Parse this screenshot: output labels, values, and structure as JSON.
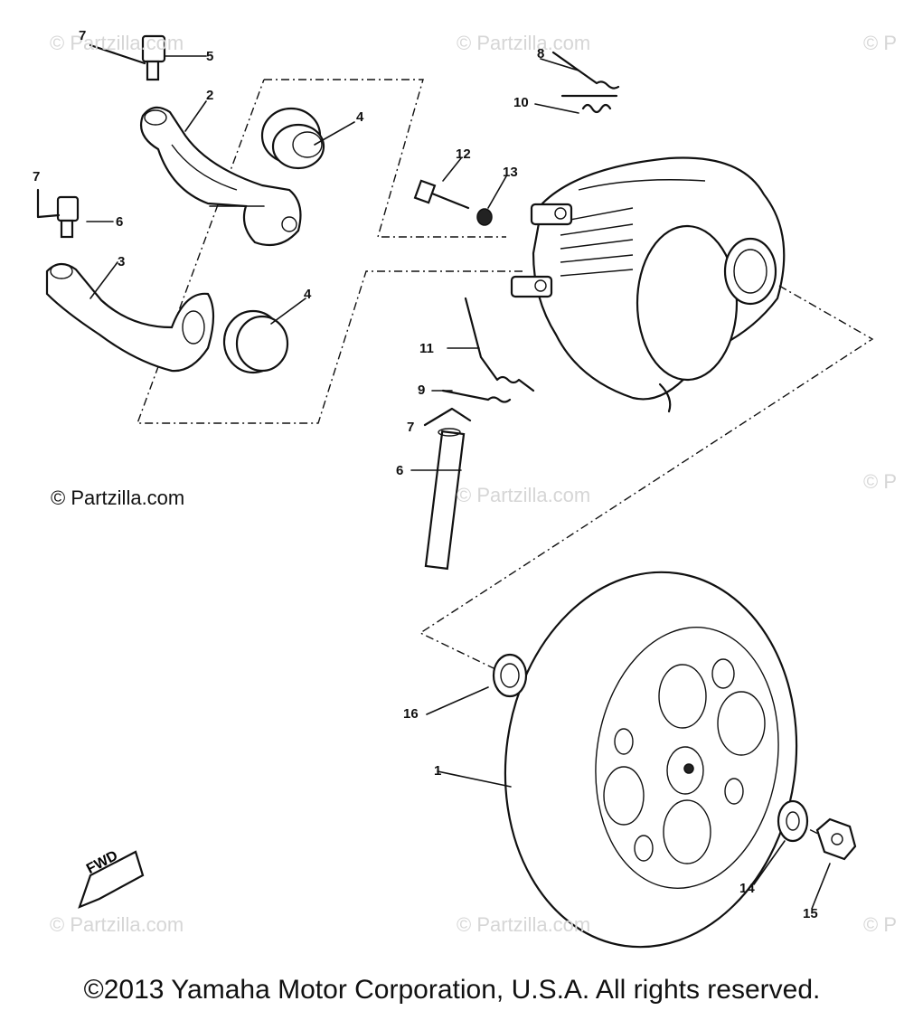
{
  "watermarks": {
    "text": "© Partzilla.com",
    "clipped_text": "© P"
  },
  "credit": "© Partzilla.com",
  "copyright": "©2013 Yamaha Motor Corporation, U.S.A. All rights reserved.",
  "fwd_label": "FWD",
  "callouts": {
    "c1": "1",
    "c2": "2",
    "c3": "3",
    "c4a": "4",
    "c4b": "4",
    "c5": "5",
    "c6a": "6",
    "c6b": "6",
    "c7a": "7",
    "c7b": "7",
    "c7c": "7",
    "c8": "8",
    "c9": "9",
    "c10": "10",
    "c11": "11",
    "c12": "12",
    "c13": "13",
    "c14": "14",
    "c15": "15",
    "c16": "16"
  }
}
